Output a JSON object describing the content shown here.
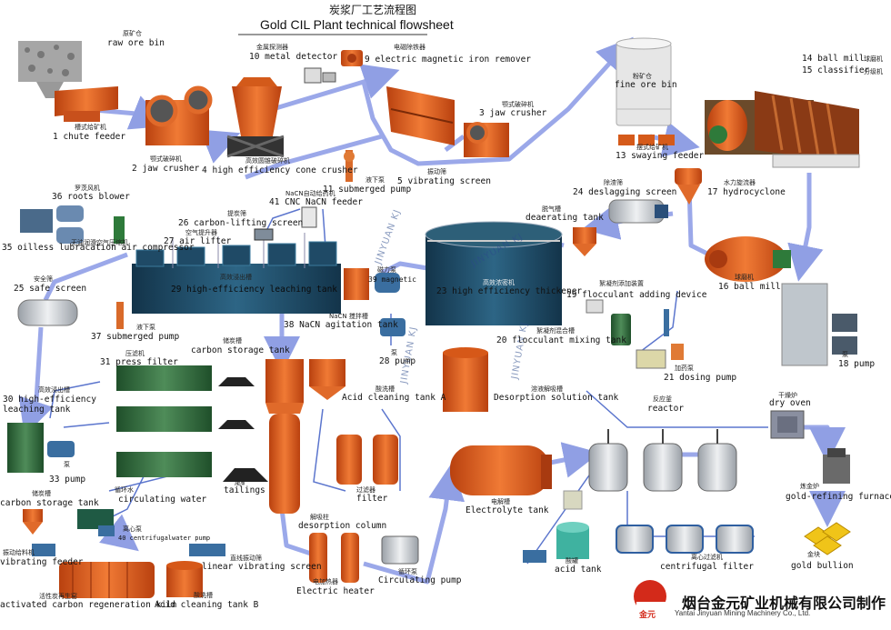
{
  "title": {
    "cn": "炭浆厂工艺流程图",
    "en": "Gold CIL Plant technical flowsheet"
  },
  "colors": {
    "flow": "#7d8fe0",
    "orange": "#e0581a",
    "steel": "#1f4a66",
    "green": "#2f6b3a",
    "silver": "#c9cdd2",
    "blue": "#3d6fae"
  },
  "labels": {
    "raw_ore_bin": {
      "cn": "原矿仓",
      "en": "raw ore bin"
    },
    "chute_feeder": {
      "cn": "槽式给矿机",
      "en": "1 chute feeder"
    },
    "jaw_crusher_2": {
      "cn": "颚式破碎机",
      "en": "2 jaw crusher"
    },
    "cone_crusher": {
      "cn": "高效圆锥破碎机",
      "en": "4 high efficiency cone crusher"
    },
    "metal_detector": {
      "cn": "金属探测器",
      "en": "10 metal detector"
    },
    "iron_remover": {
      "cn": "电磁除铁器",
      "en": "9 electric magnetic iron remover"
    },
    "jaw_crusher_3": {
      "cn": "颚式破碎机",
      "en": "3 jaw crusher"
    },
    "vibrating_screen": {
      "cn": "振动筛",
      "en": "5 vibrating screen"
    },
    "submerged_pump_11": {
      "cn": "液下泵",
      "en": "11 submerged pump"
    },
    "fine_ore_bin": {
      "cn": "粉矿仓",
      "en": "fine ore bin"
    },
    "swaying_feeder": {
      "cn": "摆式给矿机",
      "en": "13 swaying feeder"
    },
    "ball_mill_14": {
      "cn": "球磨机",
      "en": "14 ball mill"
    },
    "classifier": {
      "cn": "分级机",
      "en": "15 classifier"
    },
    "roots_blower": {
      "cn": "罗茨风机",
      "en": "36 roots blower"
    },
    "air_compressor": {
      "cn": "无油润滑空气压缩机",
      "en": "35 oilless lubracation air compressor"
    },
    "cnc_feeder": {
      "cn": "NaCN自动给药机",
      "en": "41 CNC NaCN feeder"
    },
    "carbon_lifting_screen": {
      "cn": "提炭筛",
      "en": "26 carbon-lifting screen"
    },
    "air_lifter": {
      "cn": "空气提升器",
      "en": "27 air lifter"
    },
    "leaching_tank": {
      "cn": "高效浸出槽",
      "en": "29 high-efficiency leaching tank"
    },
    "deslagging_screen": {
      "cn": "除渣筛",
      "en": "24 deslagging screen"
    },
    "hydrocyclone": {
      "cn": "水力旋流器",
      "en": "17 hydrocyclone"
    },
    "deaerating_tank": {
      "cn": "脱气槽",
      "en": "deaerating tank"
    },
    "thickener": {
      "cn": "高效浓密机",
      "en": "23 high efficiency thickener"
    },
    "flocculant_adding": {
      "cn": "絮凝剂添加装置",
      "en": "19 flocculant adding device"
    },
    "ball_mill_16": {
      "cn": "球磨机",
      "en": "16 ball mill"
    },
    "magnetic_39": {
      "cn": "磁力泵",
      "en": "39 magnetic"
    },
    "agitation_tank": {
      "cn": "NaCN 搅拌槽",
      "en": "38 NaCN agitation tank"
    },
    "pump_28": {
      "cn": "泵",
      "en": "28 pump"
    },
    "flocculant_mixing": {
      "cn": "絮凝剂混合槽",
      "en": "20 flocculant mixing tank"
    },
    "dosing_pump": {
      "cn": "加药泵",
      "en": "21 dosing pump"
    },
    "pump_18": {
      "cn": "泵",
      "en": "18 pump"
    },
    "safe_screen": {
      "cn": "安全筛",
      "en": "25 safe screen"
    },
    "submerged_pump_37": {
      "cn": "液下泵",
      "en": "37 submerged pump"
    },
    "carbon_storage_tank_top": {
      "cn": "储炭槽",
      "en": "carbon storage tank"
    },
    "press_filter": {
      "cn": "压滤机",
      "en": "31 press filter"
    },
    "acid_cleaning_tank_a": {
      "cn": "酸洗槽",
      "en": "Acid cleaning tank A"
    },
    "desorption_solution": {
      "cn": "溶液解吸槽",
      "en": "Desorption solution tank"
    },
    "leaching_tank_30": {
      "cn": "高效浸出槽",
      "en": "30 high-efficiency leaching tank"
    },
    "pump_33": {
      "cn": "泵",
      "en": "33 pump"
    },
    "carbon_storage_tank_left": {
      "cn": "储炭槽",
      "en": "carbon storage tank"
    },
    "circulating_water": {
      "cn": "循环水",
      "en": "circulating water"
    },
    "tailings": {
      "cn": "尾矿",
      "en": "tailings"
    },
    "filter": {
      "cn": "过滤器",
      "en": "filter"
    },
    "electrolyte_tank": {
      "cn": "电解槽",
      "en": "Electrolyte tank"
    },
    "reactor": {
      "cn": "反应釜",
      "en": "reactor"
    },
    "dry_oven": {
      "cn": "干燥炉",
      "en": "dry oven"
    },
    "refining_furnace": {
      "cn": "炼金炉",
      "en": "gold-refining furnace"
    },
    "centrifugal_water_pump": {
      "cn": "离心泵",
      "en": "40 centrifugalwater pump"
    },
    "desorption_column": {
      "cn": "解吸柱",
      "en": "desorption column"
    },
    "vibrating_feeder": {
      "cn": "振动给料机",
      "en": "vibrating feeder"
    },
    "linear_screen": {
      "cn": "直线振动筛",
      "en": "linear vibrating screen"
    },
    "electric_heater": {
      "cn": "电加热器",
      "en": "Electric heater"
    },
    "circulating_pump": {
      "cn": "循环泵",
      "en": "Circulating pump"
    },
    "acid_tank": {
      "cn": "酸罐",
      "en": "acid tank"
    },
    "centrifugal_filter": {
      "cn": "离心过滤机",
      "en": "centrifugal filter"
    },
    "gold_bullion": {
      "cn": "金块",
      "en": "gold bullion"
    },
    "regeneration_kiln": {
      "cn": "活性炭再生窑",
      "en": "activated carbon regeneration kiln"
    },
    "acid_cleaning_tank_b": {
      "cn": "酸洗槽",
      "en": "Acid cleaning tank B"
    }
  },
  "watermark": "JINYUAN KJ",
  "company": {
    "cn": "烟台金元矿业机械有限公司制作",
    "en": "Yantai Jinyuan Mining Machinery Co., Ltd.",
    "logo": "金元"
  }
}
